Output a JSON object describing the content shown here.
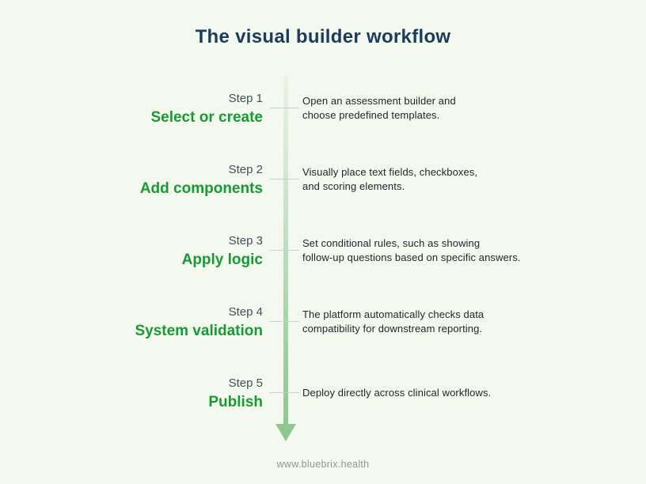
{
  "title": "The visual builder workflow",
  "steps": [
    {
      "step_label": "Step 1",
      "title": "Select or create",
      "desc": [
        "Open an assessment builder and",
        "choose predefined templates."
      ]
    },
    {
      "step_label": "Step 2",
      "title": "Add components",
      "desc": [
        "Visually place text fields, checkboxes,",
        "and scoring elements."
      ]
    },
    {
      "step_label": "Step 3",
      "title": "Apply logic",
      "desc": [
        "Set conditional rules, such as showing",
        "follow-up questions based on specific answers."
      ]
    },
    {
      "step_label": "Step 4",
      "title": "System validation",
      "desc": [
        "The platform automatically checks data",
        "compatibility for downstream reporting."
      ]
    },
    {
      "step_label": "Step 5",
      "title": "Publish",
      "desc": [
        "Deploy directly across clinical workflows."
      ]
    }
  ],
  "footer": {
    "url": "www.bluebrix.health"
  },
  "colors": {
    "background": "#f4f9f0",
    "title_navy": "#1c3c5e",
    "step_green": "#189a32",
    "step_label_slate": "#42505c",
    "arrow_green": "#8fc791",
    "tick_gray": "#c9d0d2",
    "footer_gray": "#8d9796"
  }
}
